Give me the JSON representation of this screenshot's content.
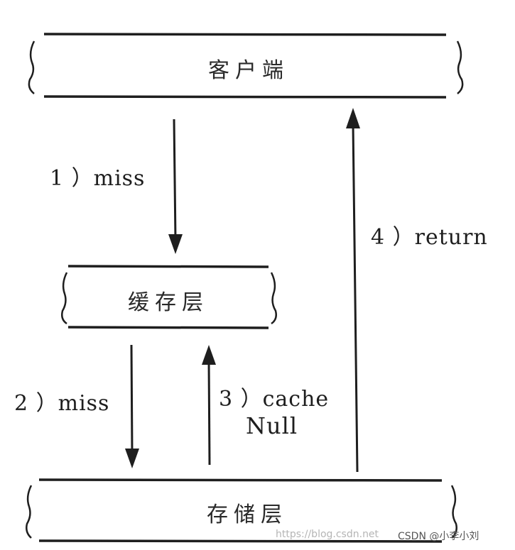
{
  "colors": {
    "ink": "#1e1e1e",
    "watermark": "#b5b5b5",
    "watermark_strong": "#555555"
  },
  "boxes": {
    "client": "客户端",
    "cache": "缓存层",
    "storage": "存储层"
  },
  "arrows": {
    "step1": "1 ）miss",
    "step2": "2 ）miss",
    "step3_line1": "3 ）cache",
    "step3_line2": "Null",
    "step4": "4 ）return"
  },
  "watermark": {
    "url": "https://blog.csdn.net",
    "credit": "CSDN @小李小刘"
  }
}
